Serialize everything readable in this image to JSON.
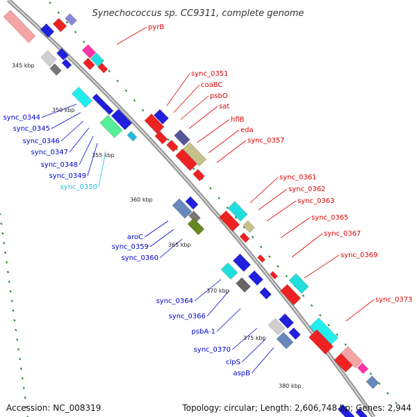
{
  "title": "Synechococcus sp. CC9311, complete genome",
  "footer": {
    "accession": "Accession: NC_008319",
    "topology": "Topology: circular; Length: 2,606,748 bp; Genes: 2,944"
  },
  "colors": {
    "backbone": "#999999",
    "ruler_dots": "#2a8a2a",
    "forward_label": "#e00000",
    "reverse_label": "#0000cc",
    "highlight_label": "#22bbdd"
  },
  "kbp_ticks": [
    "345 kbp",
    "350 kbp",
    "355 kbp",
    "360 kbp",
    "365 kbp",
    "370 kbp",
    "375 kbp",
    "380 kbp"
  ],
  "forward_labels": [
    "pyrB",
    "sync_0351",
    "coaBC",
    "psbO",
    "sat",
    "hflB",
    "eda",
    "sync_0357",
    "sync_0361",
    "sync_0362",
    "sync_0363",
    "sync_0365",
    "sync_0367",
    "sync_0369",
    "sync_0373"
  ],
  "reverse_labels": [
    "sync_0344",
    "sync_0345",
    "sync_0346",
    "sync_0347",
    "sync_0348",
    "sync_0349",
    "sync_0350",
    "aroC",
    "sync_0359",
    "sync_0360",
    "sync_0364",
    "sync_0366",
    "psbA-1",
    "sync_0370",
    "clpS",
    "aspB"
  ]
}
